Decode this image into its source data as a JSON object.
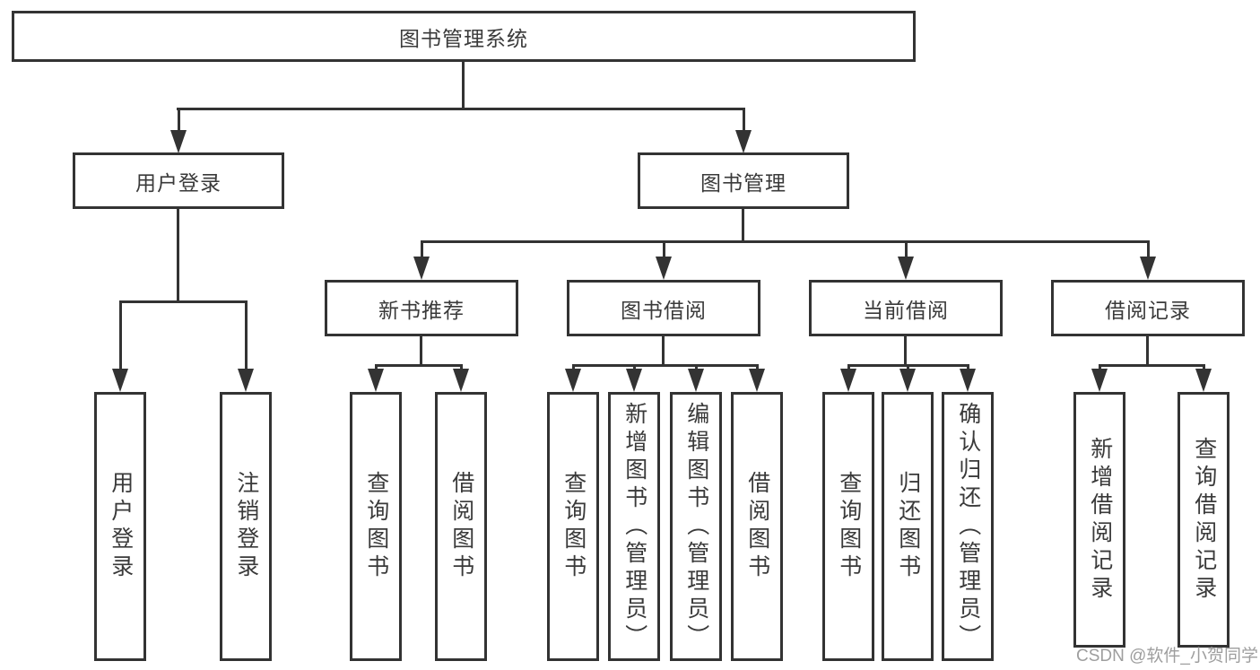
{
  "diagram": {
    "title": "图书管理系统",
    "root": {
      "label": "图书管理系统"
    },
    "branches": [
      {
        "label": "用户登录",
        "children": [
          {
            "label": "用户登录"
          },
          {
            "label": "注销登录"
          }
        ]
      },
      {
        "label": "图书管理",
        "children": [
          {
            "label": "新书推荐",
            "children": [
              {
                "label": "查询图书"
              },
              {
                "label": "借阅图书"
              }
            ]
          },
          {
            "label": "图书借阅",
            "children": [
              {
                "label": "查询图书"
              },
              {
                "label": "新增图书（管理员）"
              },
              {
                "label": "编辑图书（管理员）"
              },
              {
                "label": "借阅图书"
              }
            ]
          },
          {
            "label": "当前借阅",
            "children": [
              {
                "label": "查询图书"
              },
              {
                "label": "归还图书"
              },
              {
                "label": "确认归还（管理员）"
              }
            ]
          },
          {
            "label": "借阅记录",
            "children": [
              {
                "label": "新增借阅记录"
              },
              {
                "label": "查询借阅记录"
              }
            ]
          }
        ]
      }
    ]
  },
  "watermark": {
    "text": "CSDN @软件_小贺同学"
  },
  "colors": {
    "line": "#333333",
    "text": "#3a3a3a",
    "watermark": "#9e9e9e",
    "bg": "#ffffff"
  }
}
